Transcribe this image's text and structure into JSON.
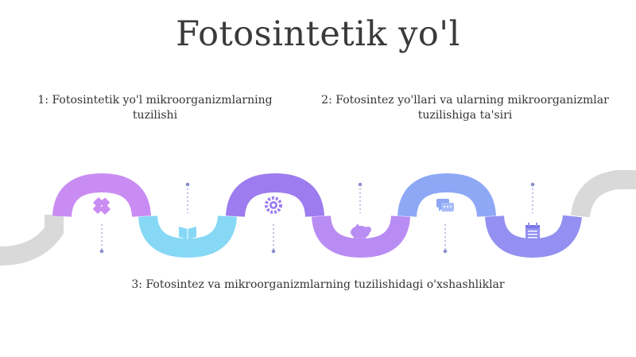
{
  "title": "Fotosintetik yo'l",
  "steps": [
    {
      "label": "1: Fotosintetik yo'l mikroorganizmlarning tuzilishi"
    },
    {
      "label": "2: Fotosintez yo'llari va ularning mikroorganizmlar tuzilishiga ta'siri"
    },
    {
      "label": "3: Fotosintez va mikroorganizmlarning tuzilishidagi o'xshashliklar"
    }
  ],
  "icons": [
    "puzzle-icon",
    "book-icon",
    "gear-icon",
    "piggy-bank-icon",
    "chat-icon",
    "calendar-icon"
  ],
  "colors": {
    "gray": "#d8d8d8",
    "violet": "#c98cf2",
    "cyan": "#7ed8f5",
    "purple": "#9a78ee",
    "lilac": "#b488f3",
    "blue": "#8aa6f5",
    "indigo": "#8f8cf0",
    "stem": "#9aa0d6"
  }
}
